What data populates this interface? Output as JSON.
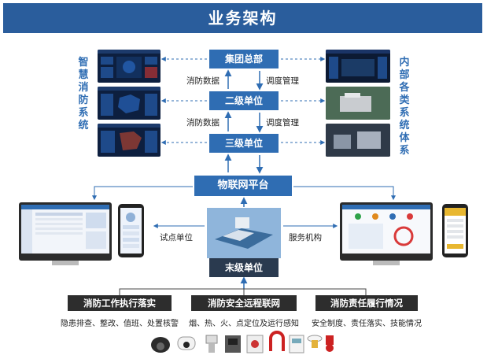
{
  "title": "业务架构",
  "nodes": {
    "group_hq": "集团总部",
    "level2": "二级单位",
    "level3": "三级单位",
    "iot_platform": "物联网平台",
    "terminal": "末级单位"
  },
  "edge_labels": {
    "fire_data_1": "消防数据",
    "dispatch_1": "调度管理",
    "fire_data_2": "消防数据",
    "dispatch_2": "调度管理",
    "pilot_unit": "试点单位",
    "service_org": "服务机构"
  },
  "side_labels": {
    "left": "智慧消防系统",
    "right": "内部各类系统体系"
  },
  "categories": [
    {
      "title": "消防工作执行落实",
      "subtitle": "隐患排查、整改、值班、处置核警"
    },
    {
      "title": "消防安全远程联网",
      "subtitle": "烟、热、火、点定位及运行感知"
    },
    {
      "title": "消防责任履行情况",
      "subtitle": "安全制度、责任落实、技能情况"
    }
  ],
  "colors": {
    "banner": "#2a5d9c",
    "node": "#2f6db3",
    "dark_bar": "#2d2d2d",
    "arrow": "#2f6db3"
  }
}
